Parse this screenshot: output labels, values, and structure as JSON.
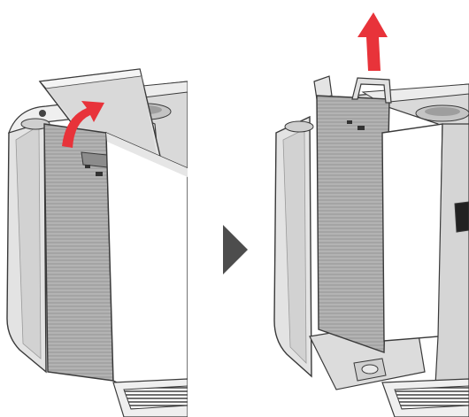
{
  "colors": {
    "background": "#ffffff",
    "body_light": "#ececec",
    "body_mid": "#d6d6d6",
    "body_dark": "#bdbdbd",
    "outline": "#3a3a3a",
    "tank": "#a9a9a9",
    "tank_lines": "#8a8a8a",
    "accent_arrow": "#e8333a",
    "step_arrow": "#4d4d4d"
  },
  "panels": [
    {
      "name": "lid-lifting-step",
      "arrow": "curved-up-arrow-icon",
      "action": "open-lid"
    },
    {
      "name": "tank-removal-step",
      "arrow": "straight-up-arrow-icon",
      "action": "lift-tank"
    }
  ],
  "separator_icon": "play-triangle-icon"
}
